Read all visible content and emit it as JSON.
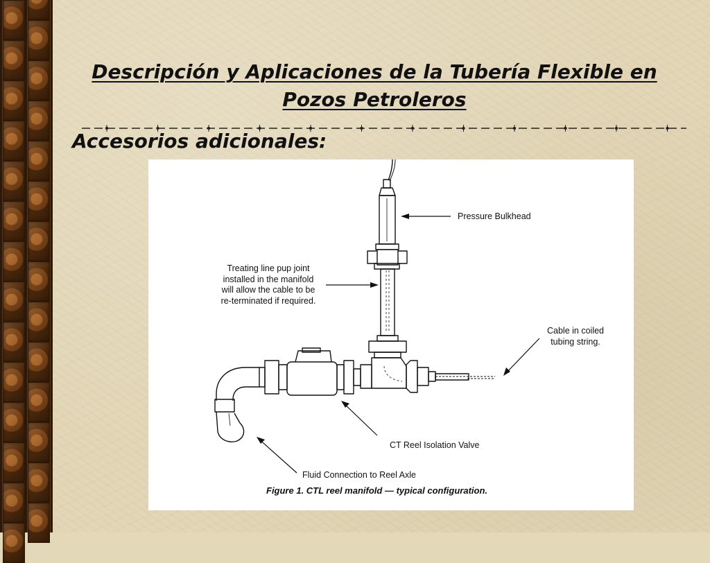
{
  "slide": {
    "title_line1": "Descripción y Aplicaciones de la Tubería Flexible en",
    "title_line2": "Pozos Petroleros",
    "subtitle": "Accesorios adicionales:"
  },
  "figure": {
    "labels": {
      "pressure_bulkhead": "Pressure Bulkhead",
      "treating_line": [
        "Treating line pup joint",
        "installed in the manifold",
        "will allow the cable to be",
        "re-terminated if required."
      ],
      "cable_coiled": [
        "Cable in coiled",
        "tubing string."
      ],
      "ct_reel_valve": "CT Reel Isolation Valve",
      "fluid_connection": "Fluid Connection to Reel Axle"
    },
    "caption": "Figure 1.     CTL reel manifold  — typical configuration."
  },
  "colors": {
    "background": "#e2d6b6",
    "border": "#5a3b1c",
    "text": "#111111"
  }
}
